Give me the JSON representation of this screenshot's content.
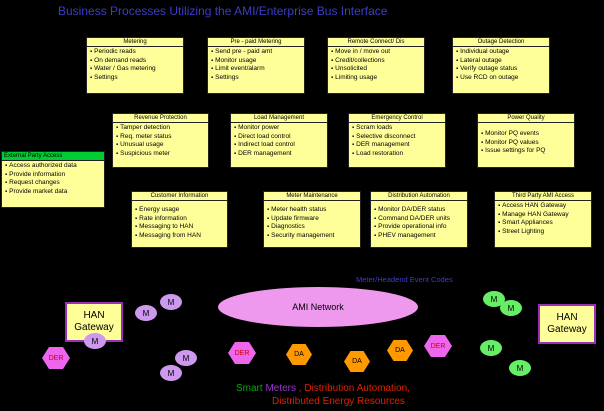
{
  "title": "Business Processes Utilizing the AMI/Enterprise Bus Interface",
  "boxes": [
    {
      "header": "Metering",
      "items": [
        "Periodic reads",
        "On demand reads",
        "Water / Gas metering",
        "Settings"
      ]
    },
    {
      "header": "Pre - paid Metering",
      "items": [
        "Send pre - paid amt",
        "Monitor usage",
        "Limit event/alarm",
        "Settings"
      ]
    },
    {
      "header": "Remote Connect/ Dis",
      "items": [
        "Move in / move out",
        "Credit/collections",
        "Unsolicited",
        "Limiting usage"
      ]
    },
    {
      "header": "Outage Detection",
      "items": [
        "Individual outage",
        "Lateral outage",
        "Verify outage status",
        "Use RCD on outage"
      ]
    },
    {
      "header": "Revenue Protection",
      "items": [
        "Tamper detection",
        "Req. meter status",
        "Unusual usage",
        "Suspicious meter"
      ]
    },
    {
      "header": "Load Management",
      "items": [
        "Monitor power",
        "Direct load control",
        "Indirect load control",
        "DER management"
      ]
    },
    {
      "header": "Emergency Control",
      "items": [
        "Scram loads",
        "Selective disconnect",
        "DER management",
        "Load restoration"
      ]
    },
    {
      "header": "Power Quality",
      "items": [
        "Monitor PQ events",
        "Monitor PQ values",
        "Issue settings for PQ"
      ]
    },
    {
      "header": "Customer Information",
      "items": [
        "Energy usage",
        "Rate information",
        "Messaging to HAN",
        "Messaging from HAN"
      ]
    },
    {
      "header": "Meter Maintenance",
      "items": [
        "Meter health status",
        "Update firmware",
        "Diagnostics",
        "Security management"
      ]
    },
    {
      "header": "Distribution Automation",
      "items": [
        "Monitor DA/DER status",
        "Command DA/DER units",
        "Provide operational info",
        "PHEV management"
      ]
    },
    {
      "header": "Third Party AMI Access",
      "items": [
        "Access HAN Gateway",
        "Manage HAN Gateway",
        "Smart Appliances",
        "Street Lighting"
      ]
    }
  ],
  "external": {
    "header": "External Party Access",
    "items": [
      "Access authorized data",
      "Provide information",
      "Request changes",
      "Provide market data"
    ]
  },
  "event_codes": "Meter/Headend Event Codes",
  "ami_network": "AMI Network",
  "han_gateway": "HAN Gateway",
  "meter_label": "M",
  "der_label": "DER",
  "da_label": "DA",
  "legend": {
    "line1_part1": "Smart ",
    "line1_part2": "Meters",
    "line1_part3": " , Distribution Automation,",
    "line2": "Distributed Energy Resources"
  },
  "colors": {
    "title": "#3c3cc8",
    "box_fill": "#ffff99",
    "external_header": "#00cc33",
    "ami_network": "#ee99ee",
    "meter_purple": "#cc99ee",
    "meter_green": "#66ee66",
    "der": "#ee66ee",
    "da": "#ff9900",
    "legend_green": "#00aa00",
    "legend_purple": "#9933cc",
    "legend_red": "#dd2200"
  }
}
